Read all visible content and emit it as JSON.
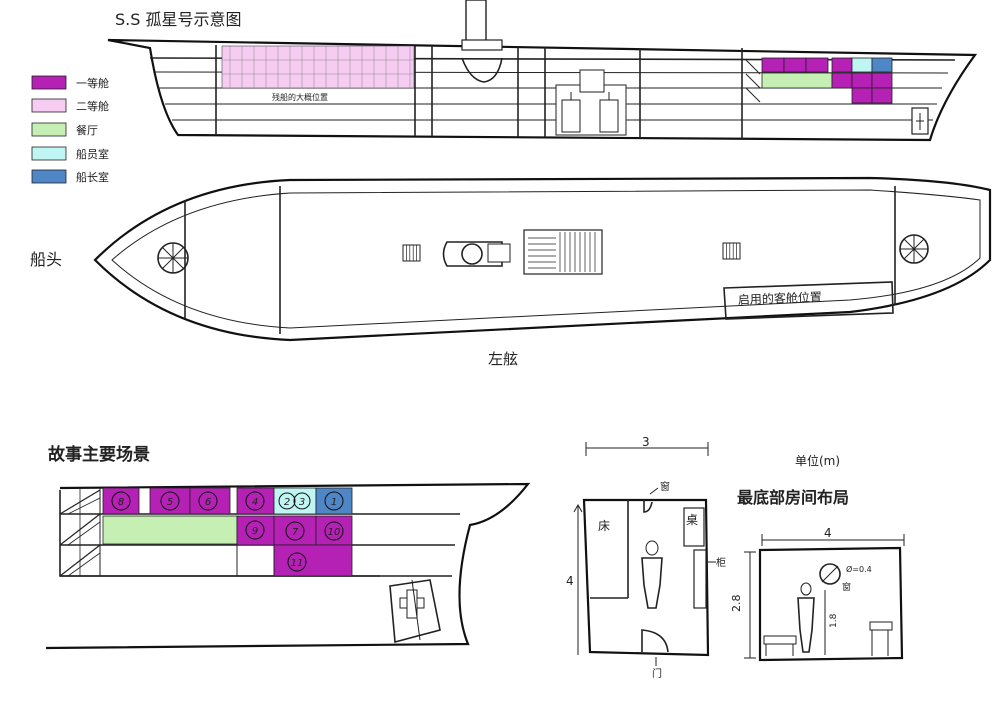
{
  "title": "S.S 孤星号示意图",
  "legend": [
    {
      "label": "一等舱",
      "color": "#b520b5"
    },
    {
      "label": "二等舱",
      "color": "#f6ccf2"
    },
    {
      "label": "餐厅",
      "color": "#c6efb4"
    },
    {
      "label": "船员室",
      "color": "#bff5f3"
    },
    {
      "label": "船长室",
      "color": "#4f86c6"
    }
  ],
  "side_view_note": "残船的大概位置",
  "bow_label": "船头",
  "deck_note": "启用的客舱位置",
  "plan_caption": "左舷",
  "story_title": "故事主要场景",
  "room_numbers": [
    "8",
    "5",
    "6",
    "4",
    "2",
    "3",
    "1",
    "9",
    "7",
    "10",
    "11"
  ],
  "unit_label": "单位(m)",
  "layout_title": "最底部房间布局",
  "plan": {
    "width": "3",
    "depth": "4",
    "window": "窗",
    "bed": "床",
    "desk": "桌",
    "cabinet": "柜",
    "door": "门"
  },
  "elevation": {
    "width": "4",
    "height": "2.8",
    "figure_height": "1.8",
    "window": "窗",
    "porthole": "Ø=0.4"
  }
}
